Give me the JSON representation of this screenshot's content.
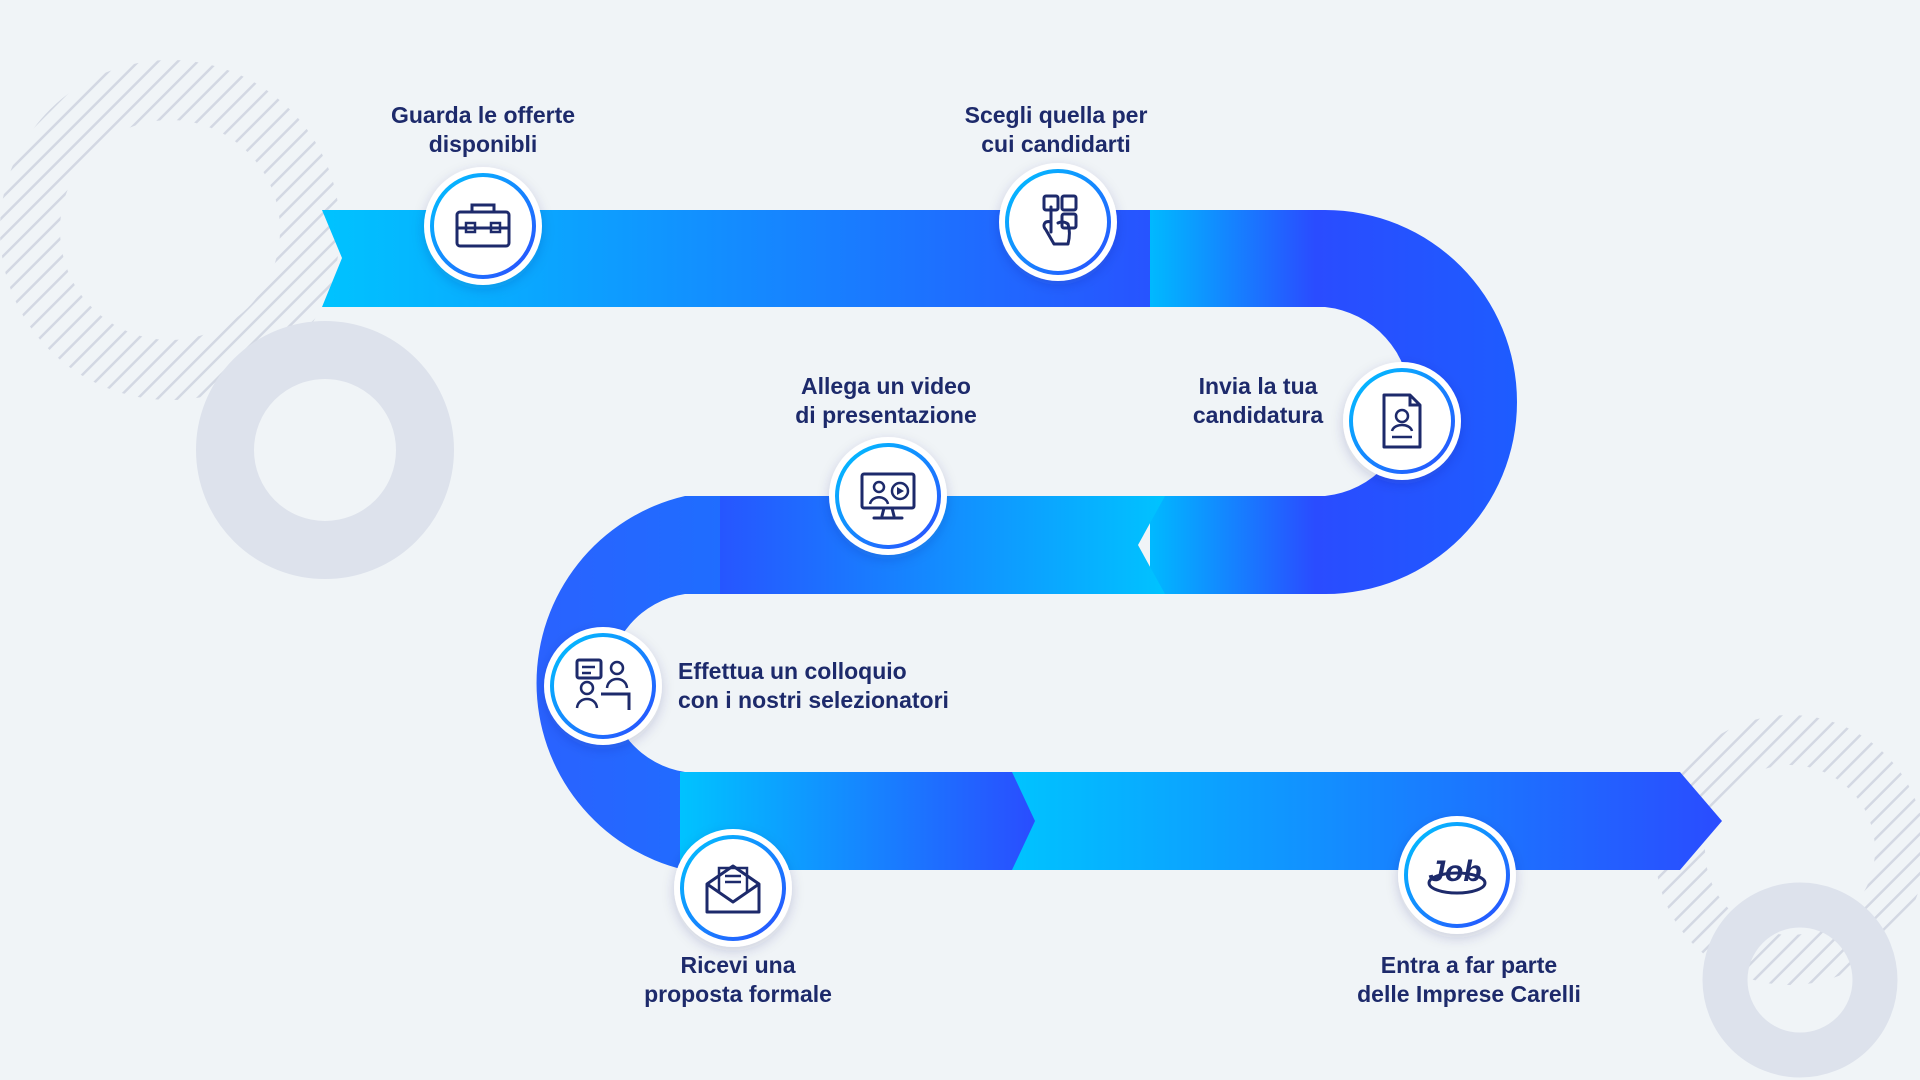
{
  "steps": [
    {
      "label": "Guarda le offerte\ndisponibli",
      "icon": "briefcase-icon"
    },
    {
      "label": "Scegli quella per\ncui candidarti",
      "icon": "tap-select-icon"
    },
    {
      "label": "Invia la tua\ncandidatura",
      "icon": "resume-document-icon"
    },
    {
      "label": "Allega un video\ndi presentazione",
      "icon": "video-presentation-icon"
    },
    {
      "label": "Effettua un colloquio\ncon i nostri selezionatori",
      "icon": "interview-icon"
    },
    {
      "label": "Ricevi una\nproposta formale",
      "icon": "envelope-letter-icon"
    },
    {
      "label": "Entra a far parte\ndelle Imprese Carelli",
      "icon": "job-logo-icon"
    }
  ],
  "job_logo_text": "Job",
  "colors": {
    "background": "#f0f4f7",
    "road_light": "#00bfff",
    "road_dark": "#2b4bff",
    "text": "#1d2a6b",
    "icon_stroke": "#1d2a6b",
    "decor": "#dde2ec"
  }
}
